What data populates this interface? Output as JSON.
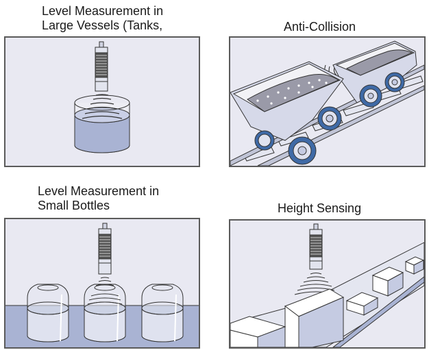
{
  "panels": [
    {
      "id": "large-vessels",
      "title_line1": "Level Measurement in",
      "title_line2": "Large Vessels (Tanks,"
    },
    {
      "id": "anti-collision",
      "title_line1": "Anti-Collision"
    },
    {
      "id": "small-bottles",
      "title_line1": "Level Measurement in",
      "title_line2": "Small Bottles"
    },
    {
      "id": "height-sensing",
      "title_line1": "Height Sensing"
    }
  ],
  "colors": {
    "panel_bg": "#e9e9f2",
    "liquid": "#a9b3d3",
    "liquid_light": "#c9cfe6",
    "outline": "#333333",
    "wheel_blue": "#3f6aa6",
    "box_side": "#c5cbe2"
  }
}
